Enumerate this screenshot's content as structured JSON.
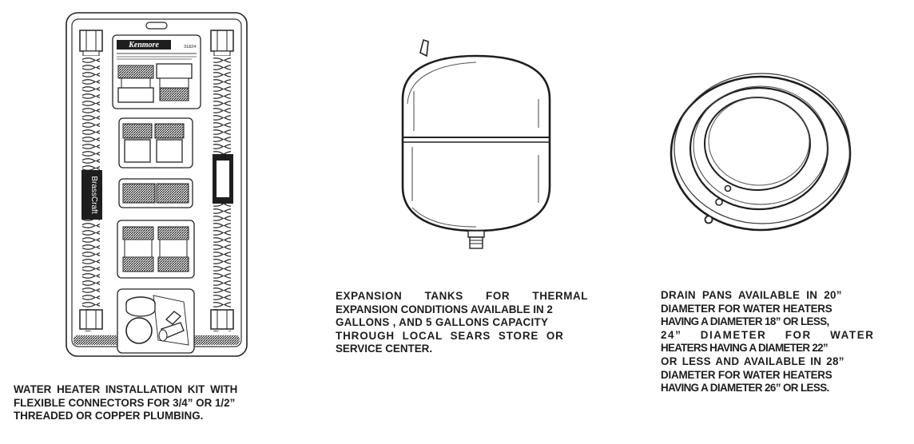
{
  "items": [
    {
      "id": "installation-kit",
      "illustration": "water-heater-installation-kit-package",
      "package_labels": {
        "brand": "Kenmore",
        "model": "31824",
        "connector_brand": "BrassCraft"
      },
      "caption_lines": [
        "WATER HEATER INSTALLATION KIT WITH",
        "FLEXIBLE CONNECTORS FOR 3/4” OR 1/2”",
        "THREADED OR COPPER PLUMBING."
      ]
    },
    {
      "id": "expansion-tank",
      "illustration": "expansion-tank",
      "caption_lines": [
        "EXPANSION TANKS FOR THERMAL",
        "EXPANSION CONDITIONS AVAILABLE IN 2",
        "GALLONS , AND 5 GALLONS CAPACITY",
        "THROUGH LOCAL SEARS STORE OR",
        "SERVICE CENTER."
      ]
    },
    {
      "id": "drain-pan",
      "illustration": "nested-drain-pans",
      "caption_lines": [
        "DRAIN PANS AVAILABLE IN 20”",
        "DIAMETER FOR WATER HEATERS",
        "HAVING A DIAMETER 18” OR LESS,",
        "24” DIAMETER FOR WATER",
        "HEATERS HAVING A DIAMETER 22”",
        "OR LESS AND AVAILABLE IN 28”",
        "DIAMETER FOR WATER HEATERS",
        "HAVING A DIAMETER 26” OR LESS."
      ]
    }
  ]
}
